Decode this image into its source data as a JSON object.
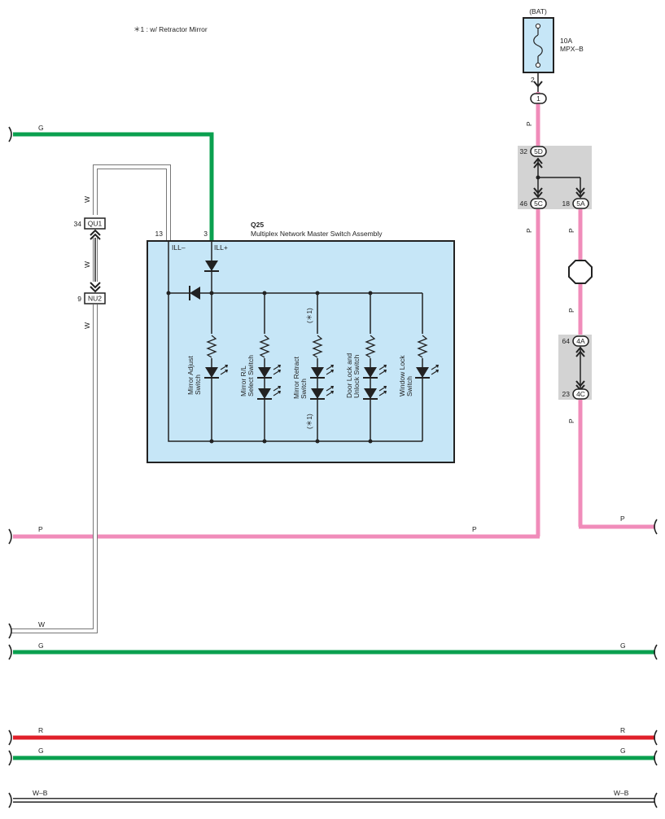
{
  "note": "＊1 : w/ Retractor Mirror",
  "fuse": {
    "source": "(BAT)",
    "rating": "10A",
    "name": "MPX–B",
    "pin": "2",
    "connector": "1"
  },
  "assembly": {
    "code": "Q25",
    "name": "Multiplex Network Master Switch Assembly",
    "pin_ill_minus": "13",
    "pin_ill_plus": "3",
    "label_ill_minus": "ILL–",
    "label_ill_plus": "ILL+",
    "switches": [
      {
        "line1": "Mirror Adjust",
        "line2": "Switch"
      },
      {
        "line1": "Mirror R/L",
        "line2": "Select Switch"
      },
      {
        "line1": "Mirror Retract",
        "line2": "Switch"
      },
      {
        "line1": "Door Lock and",
        "line2": "Unlock Switch"
      },
      {
        "line1": "Window Lock",
        "line2": "Switch"
      }
    ],
    "retract_note_top": "(＊1)",
    "retract_note_bottom": "(＊1)"
  },
  "junctions": [
    {
      "pin": "32",
      "label": "5D"
    },
    {
      "pin": "46",
      "label": "5C"
    },
    {
      "pin": "18",
      "label": "5A"
    },
    {
      "pin": "64",
      "label": "4A"
    },
    {
      "pin": "23",
      "label": "4C"
    },
    {
      "pin": "34",
      "label": "QU1"
    },
    {
      "pin": "9",
      "label": "NU2"
    }
  ],
  "wire_labels": {
    "green": "G",
    "white": "W",
    "pink": "P",
    "red": "R",
    "white_black": "W–B"
  },
  "colors": {
    "green": "#0aa04f",
    "pink": "#f08cba",
    "red": "#e0202a",
    "assembly_fill": "#c6e6f7",
    "junction_block": "#d3d3d3"
  }
}
